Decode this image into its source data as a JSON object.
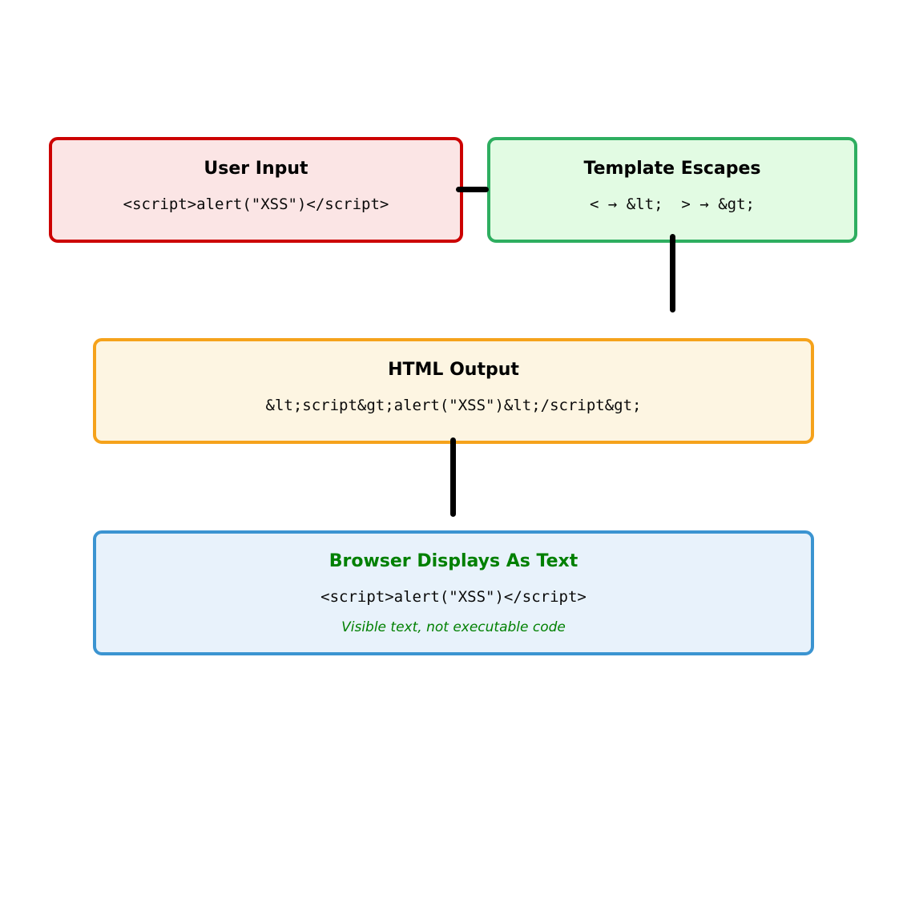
{
  "diagram": {
    "background_color": "#ffffff",
    "connector_color": "#000000",
    "nodes": [
      {
        "id": "user-input",
        "title": "User Input",
        "code": "<script>alert(\"XSS\")</script>",
        "border_color": "#CC0000",
        "fill_color": "#FBE5E5",
        "title_color": "#000000"
      },
      {
        "id": "template-escapes",
        "title": "Template Escapes",
        "code": "< → &lt;  > → &gt;",
        "border_color": "#2EAE60",
        "fill_color": "#E2FBE3",
        "title_color": "#000000"
      },
      {
        "id": "html-output",
        "title": "HTML Output",
        "code": "&lt;script&gt;alert(\"XSS\")&lt;/script&gt;",
        "border_color": "#F5A21B",
        "fill_color": "#FDF5E2",
        "title_color": "#000000"
      },
      {
        "id": "browser-displays-as-text",
        "title": "Browser Displays As Text",
        "code": "<script>alert(\"XSS\")</script>",
        "note": "Visible text, not executable code",
        "border_color": "#3B94D1",
        "fill_color": "#E8F2FB",
        "title_color": "#008000",
        "note_color": "#008000"
      }
    ]
  }
}
